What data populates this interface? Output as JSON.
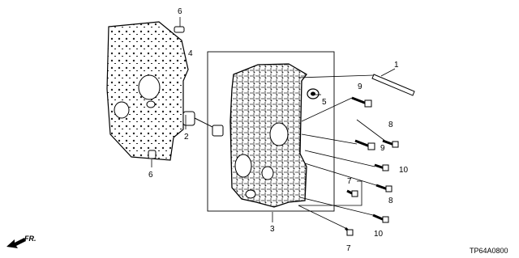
{
  "diagram": {
    "callouts": {
      "c1": "1",
      "c2": "2",
      "c3": "3",
      "c4": "4",
      "c5": "5",
      "c6a": "6",
      "c6b": "6",
      "c7a": "7",
      "c7b": "7",
      "c8a": "8",
      "c8b": "8",
      "c9a": "9",
      "c9b": "9",
      "c10a": "10",
      "c10b": "10"
    },
    "direction_label": "FR.",
    "part_code": "TP64A0800"
  }
}
